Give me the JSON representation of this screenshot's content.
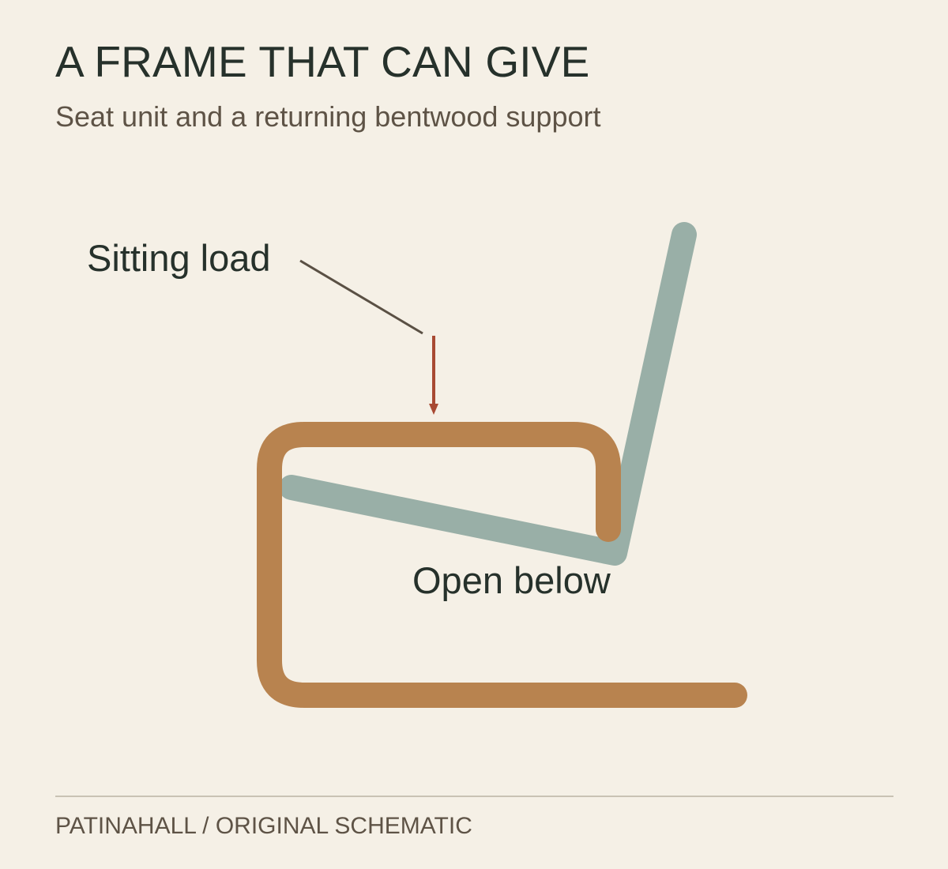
{
  "header": {
    "title": "A FRAME THAT CAN GIVE",
    "subtitle": "Seat unit and a returning bentwood support"
  },
  "diagram": {
    "labels": {
      "load": "Sitting load",
      "open": "Open below"
    },
    "colors": {
      "background": "#f5f0e6",
      "bentwood_frame": "#b8834f",
      "seat_unit": "#99afa7",
      "load_arrow": "#a84a33",
      "leader_line": "#5a5044",
      "label_text": "#26312b"
    }
  },
  "footer": {
    "credit": "PATINAHALL / ORIGINAL SCHEMATIC"
  }
}
